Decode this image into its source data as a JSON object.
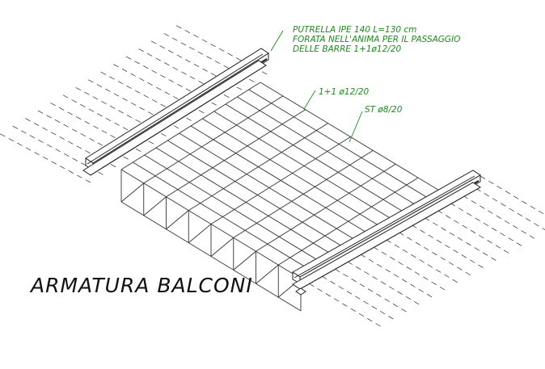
{
  "drawing": {
    "title": "ARMATURA BALCONI",
    "annotations": {
      "beam": {
        "line1": "PUTRELLA IPE 140 L=130 cm",
        "line2": "FORATA NELL'ANIMA PER IL PASSAGGIO",
        "line3": "DELLE BARRE 1+1ø12/20"
      },
      "bars": {
        "label": "1+1 ø12/20"
      },
      "stirrups": {
        "label": "ST ø8/20"
      }
    },
    "colors": {
      "linework": "#333333",
      "annotation": "#1f8a1f",
      "title": "#111111",
      "background": "#ffffff"
    }
  }
}
